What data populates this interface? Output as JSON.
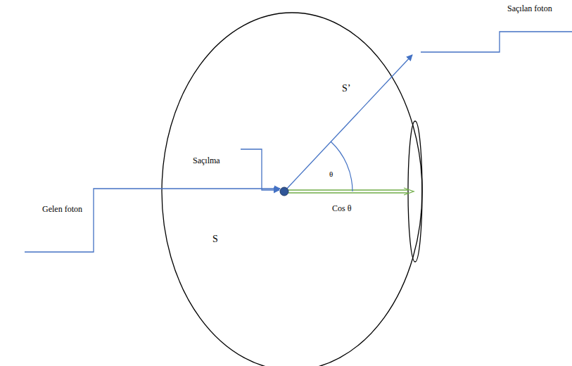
{
  "diagram": {
    "labels": [
      "Saçılan foton",
      "Saçılma",
      "S’",
      "Gelen foton",
      "S",
      "θ",
      "Cos θ"
    ]
  }
}
